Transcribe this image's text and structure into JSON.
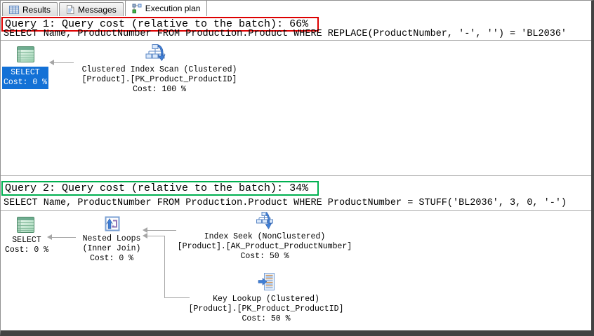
{
  "colors": {
    "query1_box": "#dd0000",
    "query2_box": "#00b050",
    "selected_node_bg": "#1371d6",
    "connector": "#a6a6a6"
  },
  "tabs": [
    {
      "label": "Results"
    },
    {
      "label": "Messages"
    },
    {
      "label": "Execution plan"
    }
  ],
  "query1": {
    "header": "Query 1: Query cost (relative to the batch): 66%",
    "sql": "SELECT Name, ProductNumber FROM Production.Product WHERE REPLACE(ProductNumber, '-', '') = 'BL2036'",
    "select_node": {
      "label": "SELECT",
      "cost": "Cost: 0 %"
    },
    "scan_node": {
      "title": "Clustered Index Scan (Clustered)",
      "object": "[Product].[PK_Product_ProductID]",
      "cost": "Cost: 100 %"
    }
  },
  "query2": {
    "header": "Query 2: Query cost (relative to the batch): 34%",
    "sql": "SELECT Name, ProductNumber FROM Production.Product WHERE ProductNumber = STUFF('BL2036', 3, 0, '-')",
    "select_node": {
      "label": "SELECT",
      "cost": "Cost: 0 %"
    },
    "nested_loops_node": {
      "title": "Nested Loops",
      "subtitle": "(Inner Join)",
      "cost": "Cost: 0 %"
    },
    "index_seek_node": {
      "title": "Index Seek (NonClustered)",
      "object": "[Product].[AK_Product_ProductNumber]",
      "cost": "Cost: 50 %"
    },
    "key_lookup_node": {
      "title": "Key Lookup (Clustered)",
      "object": "[Product].[PK_Product_ProductID]",
      "cost": "Cost: 50 %"
    }
  }
}
